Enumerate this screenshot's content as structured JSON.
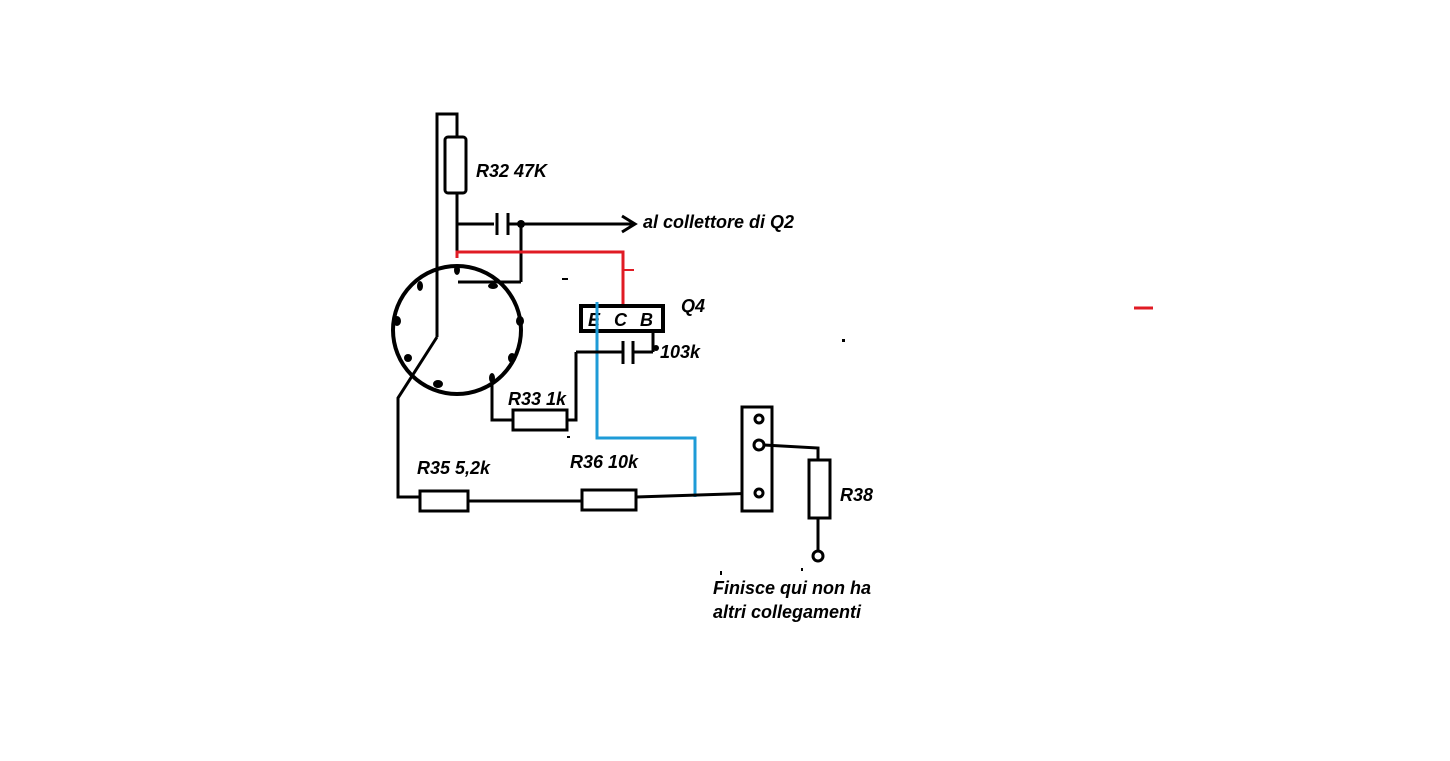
{
  "labels": {
    "r32": "R32 47K",
    "arrow_note": "al collettore di Q2",
    "q4": "Q4",
    "pin_e": "E",
    "pin_c": "C",
    "pin_b": "B",
    "cap_103k": "103k",
    "r33": "R33 1k",
    "r35": "R35 5,2k",
    "r36": "R36 10k",
    "r38": "R38",
    "end_note_line1": "Finisce qui non ha",
    "end_note_line2": "altri collegamenti"
  },
  "colors": {
    "wire": "#000000",
    "wire_red": "#e01b24",
    "wire_blue": "#1e9bd7",
    "background": "#ffffff"
  }
}
